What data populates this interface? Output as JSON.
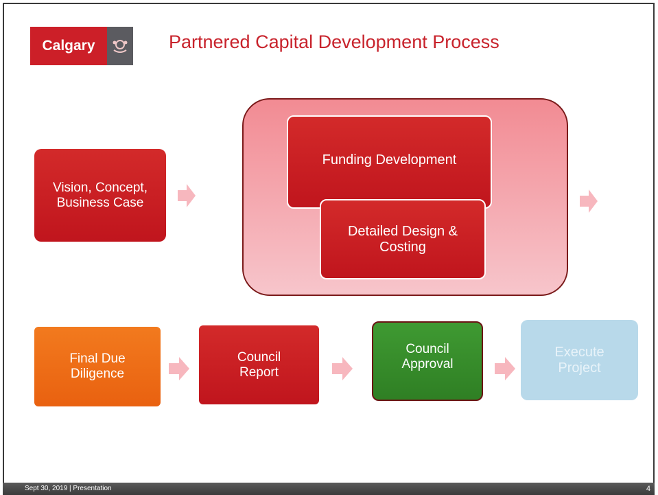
{
  "header": {
    "logo_text": "Calgary",
    "title": "Partnered Capital Development Process"
  },
  "diagram": {
    "vision_box": "Vision, Concept, Business Case",
    "funding_box": "Funding Development",
    "design_box": "Detailed Design & Costing",
    "due_diligence_box": "Final Due Diligence",
    "council_report_box": "Council Report",
    "council_approval_box": "Council Approval",
    "execute_box": "Execute Project"
  },
  "footer": {
    "date_text": "Sept 30, 2019 | Presentation",
    "page_number": "4"
  },
  "colors": {
    "brand_red": "#cc1f28",
    "title_red": "#c8232c",
    "orange": "#e96110",
    "green": "#2f7f24",
    "faded_blue": "#b8d9ea"
  }
}
